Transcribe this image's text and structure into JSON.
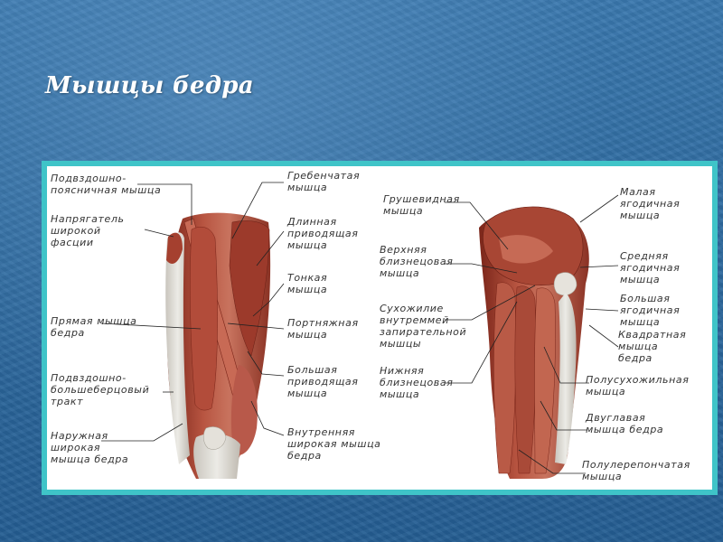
{
  "title": "Мышцы бедра",
  "front_labels": {
    "iliopsoas": "Подвздошно-\nпоясничная мышца",
    "tensor": "Напрягатель\nширокой\nфасции",
    "rectus": "Прямая мышца\nбедра",
    "itract": "Подвздошно-\nбольшеберцовый\nтракт",
    "vastus_lat": "Наружная\nширокая\nмышца бедра",
    "pectineus": "Гребенчатая\nмышца",
    "adductor_long": "Длинная\nприводящая\nмышца",
    "gracilis": "Тонкая\nмышца",
    "sartorius": "Портняжная\nмышца",
    "adductor_magnus": "Большая\nприводящая\nмышца",
    "vastus_med": "Внутренняя\nширокая мышца\nбедра"
  },
  "back_labels": {
    "piriformis": "Грушевидная\nмышца",
    "gemellus_sup": "Верхняя\nблизнецовая\nмышца",
    "obturator_tendon": "Сухожилие\nвнутреммей\nзапирательной\nмышцы",
    "gemellus_inf": "Нижняя\nблизнецовая\nмышца",
    "glut_min": "Малая\nягодичная\nмышца",
    "glut_med": "Средняя\nягодичная\nмышца",
    "glut_max": "Большая\nягодичная\nмышца",
    "quadratus": "Квадратная\nмышца\nбедра",
    "semitendinosus": "Полусухожильная\nмышца",
    "biceps": "Двуглавая\nмышца бедра",
    "semimembranosus": "Полулерепончатая\nмышца"
  },
  "colors": {
    "muscle_dark": "#8a2e22",
    "muscle": "#b5513f",
    "muscle_light": "#d89a86",
    "tendon": "#d9d6d0",
    "frame": "#3fc4c8"
  }
}
